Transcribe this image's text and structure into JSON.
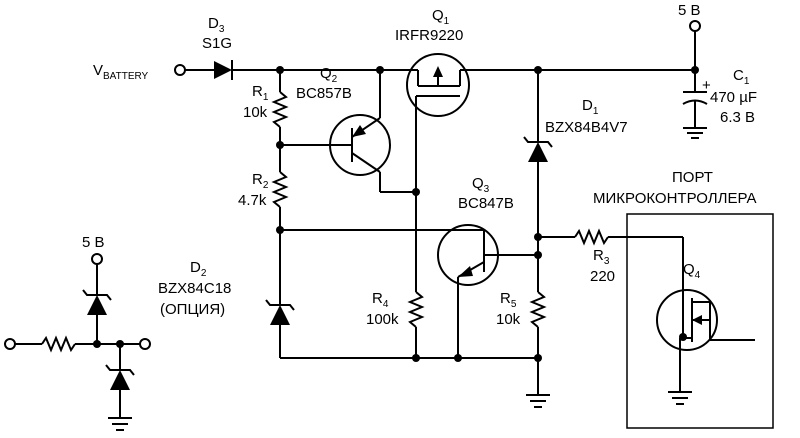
{
  "supply_label": "5 В",
  "battery": {
    "main": "V",
    "sub": "BATTERY"
  },
  "components": {
    "d3": {
      "ref": "D",
      "sub": "3",
      "value": "S1G"
    },
    "q1": {
      "ref": "Q",
      "sub": "1",
      "value": "IRFR9220"
    },
    "q2": {
      "ref": "Q",
      "sub": "2",
      "value": "BC857B"
    },
    "q3": {
      "ref": "Q",
      "sub": "3",
      "value": "BC847B"
    },
    "q4": {
      "ref": "Q",
      "sub": "4"
    },
    "r1": {
      "ref": "R",
      "sub": "1",
      "value": "10k"
    },
    "r2": {
      "ref": "R",
      "sub": "2",
      "value": "4.7k"
    },
    "r3": {
      "ref": "R",
      "sub": "3",
      "value": "220"
    },
    "r4": {
      "ref": "R",
      "sub": "4",
      "value": "100k"
    },
    "r5": {
      "ref": "R",
      "sub": "5",
      "value": "10k"
    },
    "c1": {
      "ref": "C",
      "sub": "1",
      "value": "470 µF",
      "voltage": "6.3 В",
      "polarity": "+"
    },
    "d1": {
      "ref": "D",
      "sub": "1",
      "value": "BZX84B4V7"
    },
    "d2": {
      "ref": "D",
      "sub": "2",
      "value": "BZX84C18",
      "note": "(ОПЦИЯ)"
    }
  },
  "mcu_port": {
    "line1": "ПОРТ",
    "line2": "МИКРОКОНТРОЛЛЕРА"
  },
  "inset_supply_label": "5 В"
}
